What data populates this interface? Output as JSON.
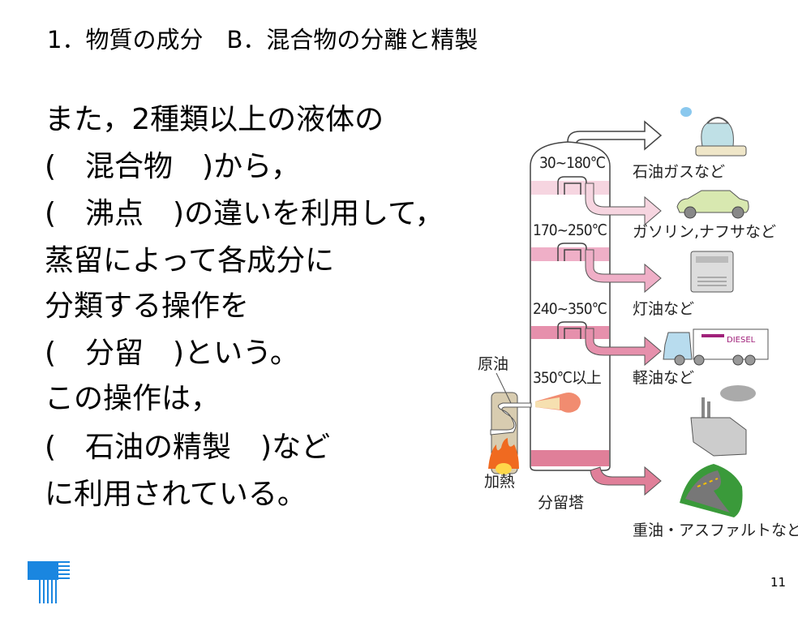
{
  "title": "1．物質の成分　B．混合物の分離と精製",
  "body_lines": [
    "また，2種類以上の液体の",
    "(　混合物　)から，",
    "(　沸点　)の違いを利用して，",
    "蒸留によって各成分に",
    "分類する操作を",
    "(　分留　)という。",
    "この操作は，",
    "(　石油の精製　)など",
    "に利用されている。"
  ],
  "diagram": {
    "tower_label": "分留塔",
    "crude_label": "原油",
    "heat_label": "加熱",
    "temperatures": [
      "30~180℃",
      "170~250℃",
      "240~350℃",
      "350℃以上"
    ],
    "products": [
      "石油ガスなど",
      "ガソリン,ナフサなど",
      "灯油など",
      "軽油など",
      "重油・アスファルトなど"
    ],
    "truck_text": "DIESEL",
    "band_colors": [
      "#f6d5e0",
      "#efafc7",
      "#e690ac",
      "#e07f99"
    ]
  },
  "page_number": "11",
  "logo_color": "#1a86e0"
}
